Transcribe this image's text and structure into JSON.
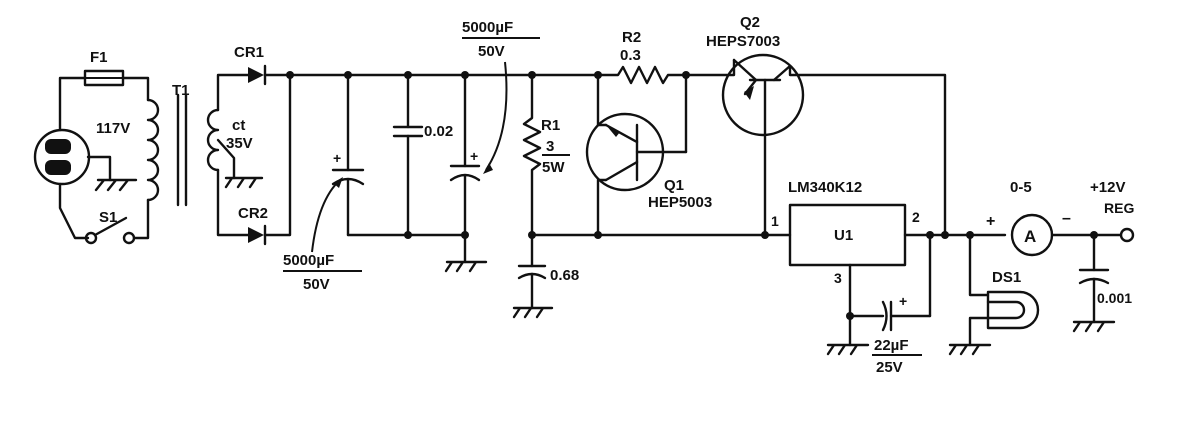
{
  "components": {
    "fuse": {
      "ref": "F1"
    },
    "transformer": {
      "ref": "T1",
      "primary": "117V",
      "secondary_ct": "ct",
      "secondary_v": "35V"
    },
    "switch": {
      "ref": "S1"
    },
    "rectifier_1": {
      "ref": "CR1"
    },
    "rectifier_2": {
      "ref": "CR2"
    },
    "cap_input": {
      "value": "5000µF",
      "voltage": "50V"
    },
    "cap_bypass": {
      "value": "0.02"
    },
    "cap_second": {
      "value": "5000µF",
      "voltage": "50V"
    },
    "resistor_r1": {
      "ref": "R1",
      "value": "3",
      "power": "5W"
    },
    "resistor_r2": {
      "ref": "R2",
      "value": "0.3"
    },
    "transistor_q1": {
      "ref": "Q1",
      "part": "HEP5003"
    },
    "transistor_q2": {
      "ref": "Q2",
      "part": "HEPS7003"
    },
    "cap_068": {
      "value": "0.68"
    },
    "regulator": {
      "part": "LM340K12",
      "ref": "U1",
      "pin1": "1",
      "pin2": "2",
      "pin3": "3"
    },
    "cap_22uf": {
      "value": "22µF",
      "voltage": "25V"
    },
    "lamp": {
      "ref": "DS1"
    },
    "meter": {
      "range": "0-5",
      "symbol": "A",
      "plus": "+",
      "minus": "–"
    },
    "cap_0001": {
      "value": "0.001"
    },
    "output": {
      "voltage": "+12V",
      "label": "REG"
    }
  },
  "polarity_mark": "+"
}
